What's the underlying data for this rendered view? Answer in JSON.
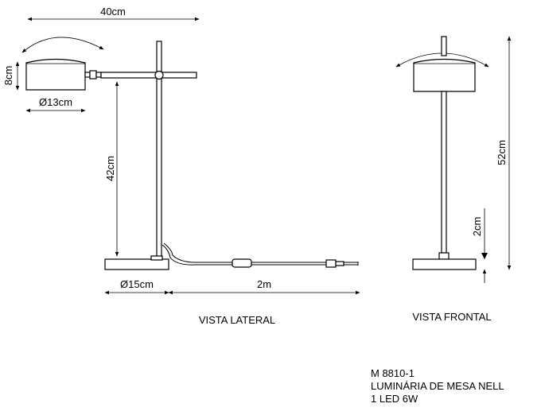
{
  "dimensions": {
    "arm_width": "40cm",
    "head_height": "8cm",
    "head_diameter": "Ø13cm",
    "stem_height": "42cm",
    "base_diameter": "Ø15cm",
    "cable_length": "2m",
    "total_height": "52cm",
    "base_height": "2cm"
  },
  "views": {
    "side": "VISTA LATERAL",
    "front": "VISTA FRONTAL"
  },
  "product": {
    "model": "M 8810-1",
    "name": "LUMINÁRIA DE MESA NELL",
    "spec": "1 LED 6W"
  }
}
